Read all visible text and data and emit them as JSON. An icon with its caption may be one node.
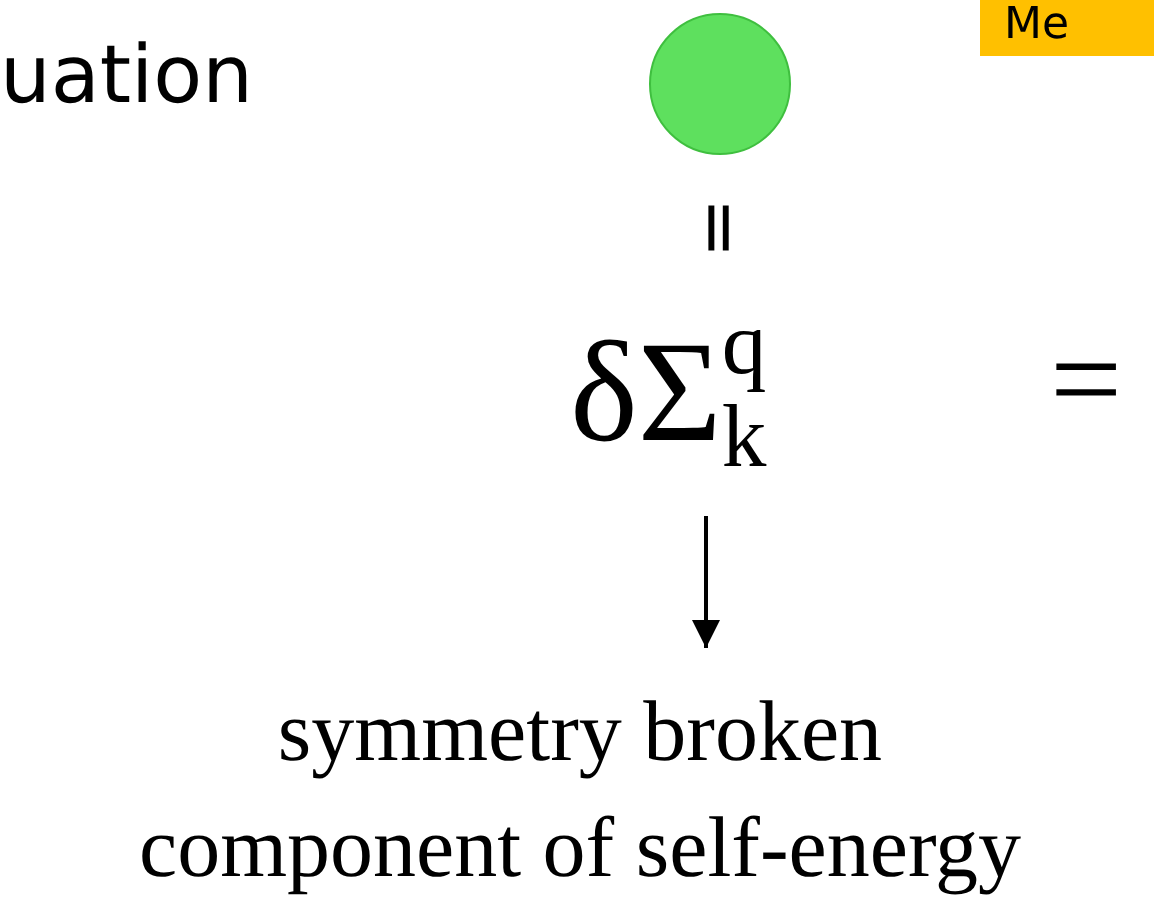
{
  "diagram": {
    "nodes": [
      {
        "text": [],
        "shape": "circle"
      },
      {
        "text": [
          "Me"
        ]
      },
      {
        "text": [
          "δΣ$^{q}$$_{k}$"
        ]
      },
      {
        "text": [
          "symmetry broken component of self-energy"
        ]
      }
    ],
    "edges": [
      {
        "from": 2,
        "to": 3,
        "arrow": "to"
      }
    ],
    "labels": [
      "uation",
      "=",
      "="
    ]
  }
}
